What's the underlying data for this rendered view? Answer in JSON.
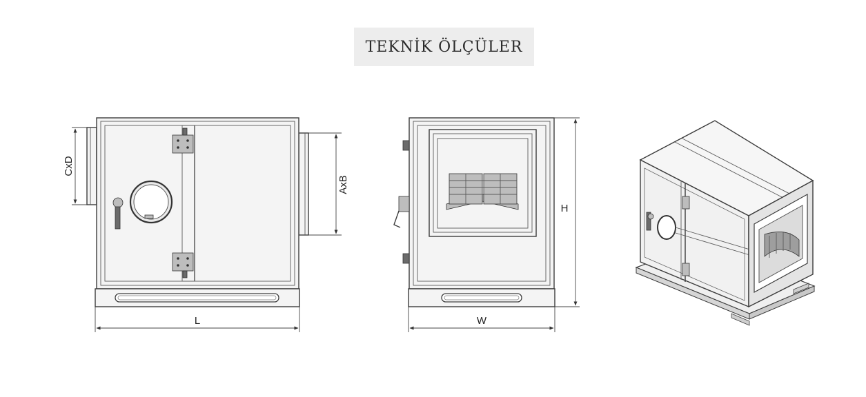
{
  "title": "TEKNİK ÖLÇÜLER",
  "dimensions": {
    "cxd": "CxD",
    "axb": "AxB",
    "l": "L",
    "w": "W",
    "h": "H"
  }
}
